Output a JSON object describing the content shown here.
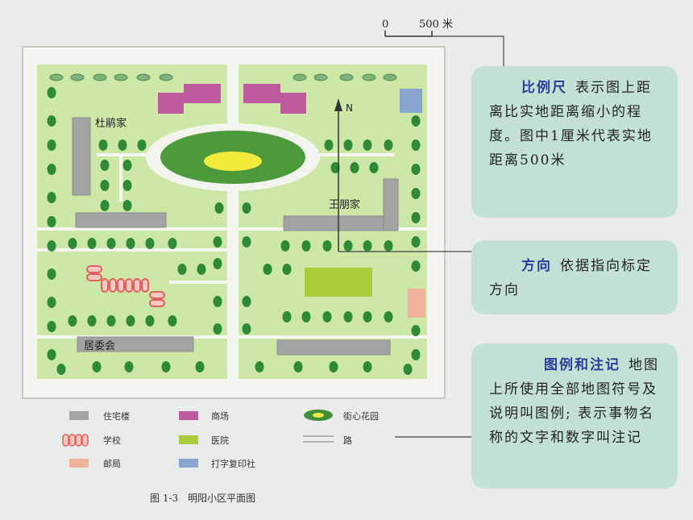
{
  "map": {
    "scale_bar": {
      "zero": "0",
      "distance": "500 米"
    },
    "north": "N",
    "places": {
      "du": "杜鹃家",
      "wang": "王朋家",
      "committee": "居委会"
    }
  },
  "callouts": {
    "scale": {
      "keyword": "比例尺",
      "text": "表示图上距离比实地距离缩小的程度。图中1厘米代表实地距离500米"
    },
    "direction": {
      "keyword": "方向",
      "text": "依据指向标定方向"
    },
    "legend": {
      "keyword": "图例和注记",
      "text": "地图上所使用全部地图符号及说明叫图例; 表示事物名称的文字和数字叫注记"
    }
  },
  "legend": [
    {
      "icon": "residential-building",
      "label": "住宅楼",
      "color": "#a3a3a3"
    },
    {
      "icon": "shopping-mall",
      "label": "商场",
      "color": "#c05a9e"
    },
    {
      "icon": "street-garden",
      "label": "街心花园",
      "color": "#3f8f3a"
    },
    {
      "icon": "school",
      "label": "学校",
      "color": "#e0605a"
    },
    {
      "icon": "hospital",
      "label": "医院",
      "color": "#a8cc3a"
    },
    {
      "icon": "road",
      "label": "路",
      "color": "#ffffff"
    },
    {
      "icon": "post-office",
      "label": "邮局",
      "color": "#efb39a"
    },
    {
      "icon": "print-shop",
      "label": "打字复印社",
      "color": "#8aa6d0"
    }
  ],
  "caption": "图 1-3　明阳小区平面图",
  "colors": {
    "lawn": "#cde8a6",
    "road": "#f4f4ef",
    "tree": "#2e8a35",
    "callout_bg": "#c3e0d4",
    "keyword": "#2c3e9a"
  }
}
